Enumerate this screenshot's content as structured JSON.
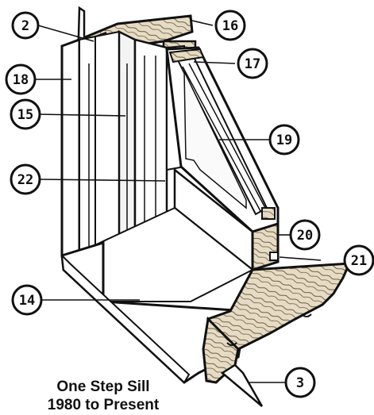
{
  "caption": {
    "line1": "One Step Sill",
    "line2": "1980 to Present"
  },
  "callouts": [
    {
      "id": "c2",
      "label": "2"
    },
    {
      "id": "c16",
      "label": "16"
    },
    {
      "id": "c17",
      "label": "17"
    },
    {
      "id": "c18",
      "label": "18"
    },
    {
      "id": "c15",
      "label": "15"
    },
    {
      "id": "c19",
      "label": "19"
    },
    {
      "id": "c22",
      "label": "22"
    },
    {
      "id": "c20",
      "label": "20"
    },
    {
      "id": "c21",
      "label": "21"
    },
    {
      "id": "c14",
      "label": "14"
    },
    {
      "id": "c3",
      "label": "3"
    }
  ],
  "colors": {
    "ink": "#111111",
    "wood": "#d9cfb8",
    "paper": "#ffffff"
  }
}
